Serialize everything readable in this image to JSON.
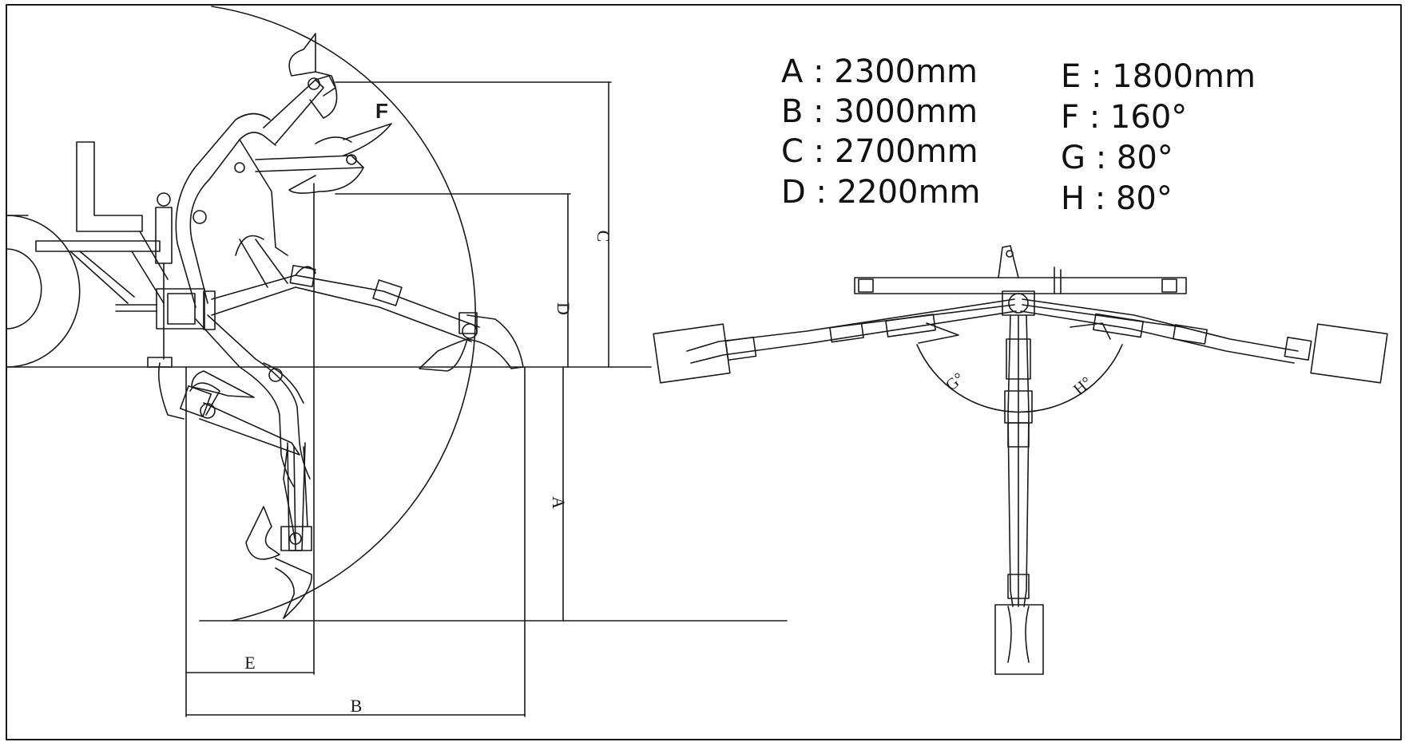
{
  "specs": {
    "left": [
      "A : 2300mm",
      "B : 3000mm",
      "C : 2700mm",
      "D : 2200mm"
    ],
    "right": [
      "E : 1800mm",
      "F : 160°",
      "G : 80°",
      "H : 80°"
    ]
  },
  "dimension_labels": {
    "a": "A",
    "b": "B",
    "c": "C",
    "d": "D",
    "e": "E",
    "f": "F",
    "g": "G°",
    "h": "H°"
  },
  "colors": {
    "line": "#1a1a1a",
    "background": "#ffffff"
  }
}
